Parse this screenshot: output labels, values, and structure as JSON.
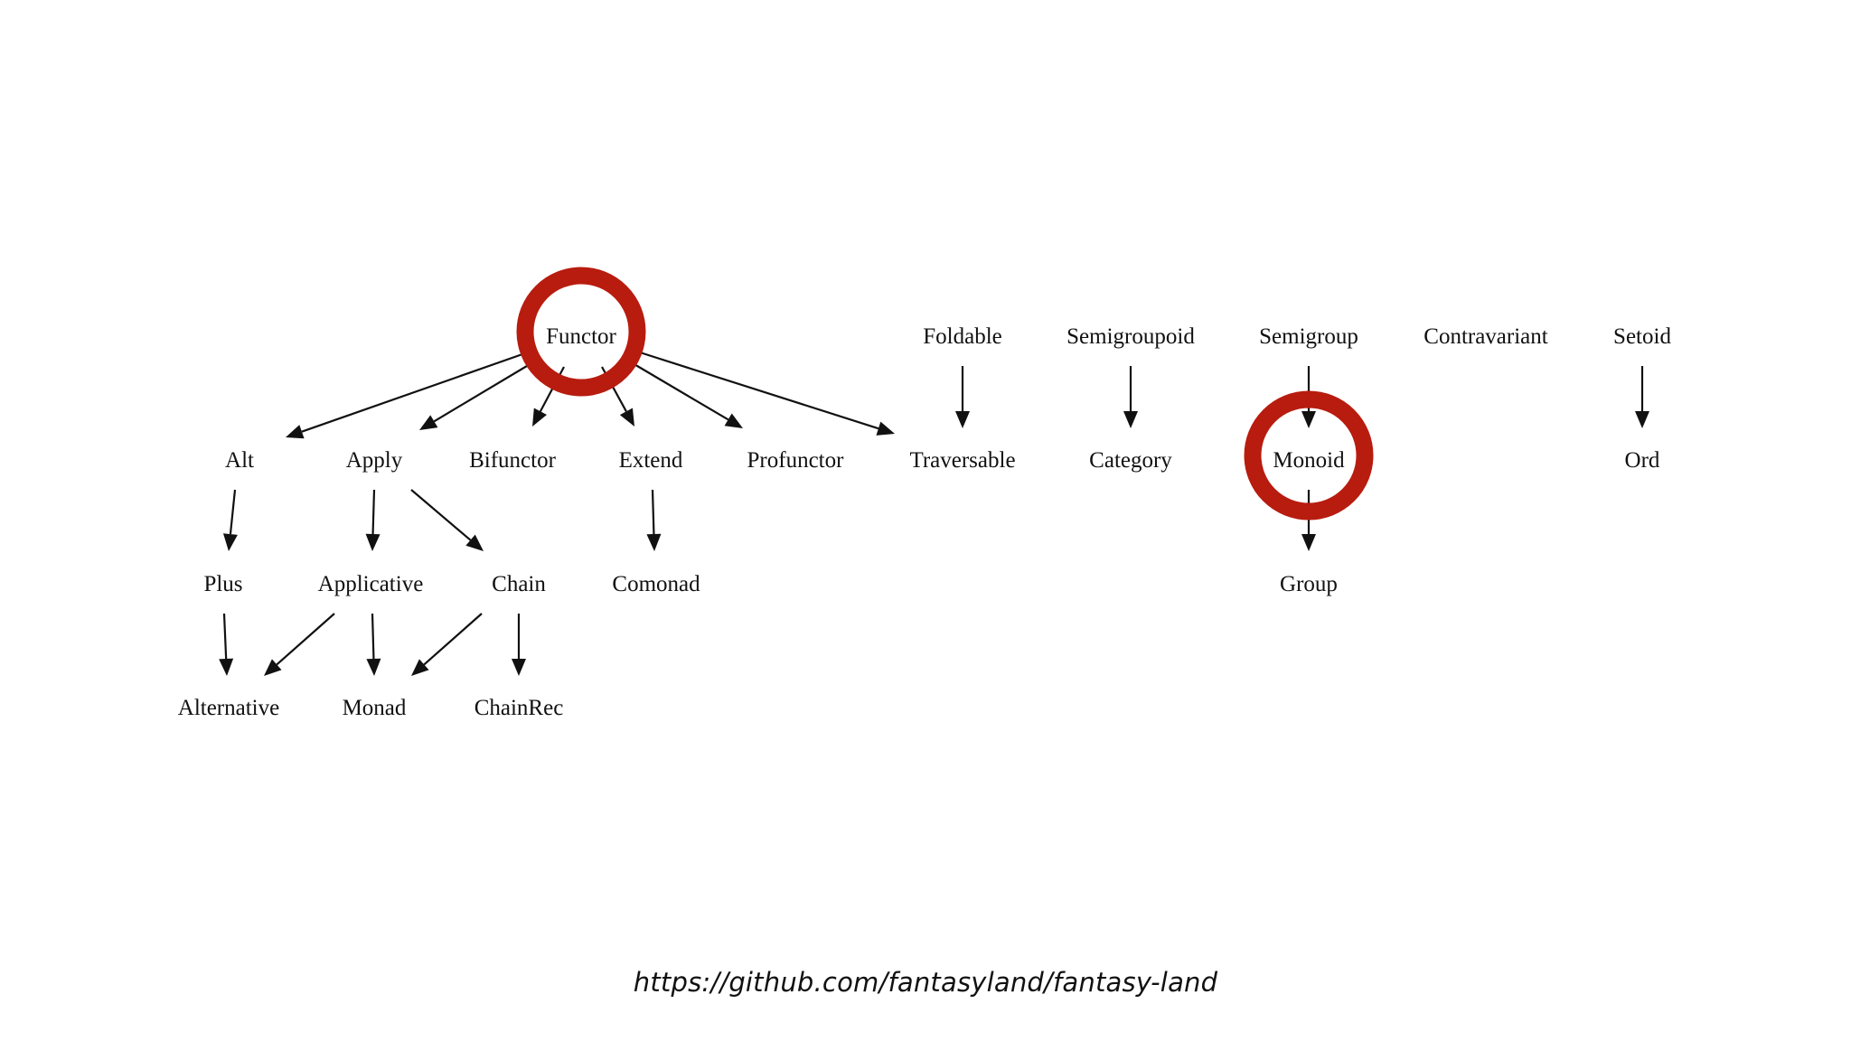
{
  "diagram": {
    "nodes": [
      {
        "id": "functor",
        "label": "Functor",
        "highlighted": true
      },
      {
        "id": "foldable",
        "label": "Foldable"
      },
      {
        "id": "semigroupoid",
        "label": "Semigroupoid"
      },
      {
        "id": "semigroup",
        "label": "Semigroup"
      },
      {
        "id": "contravariant",
        "label": "Contravariant"
      },
      {
        "id": "setoid",
        "label": "Setoid"
      },
      {
        "id": "alt",
        "label": "Alt"
      },
      {
        "id": "apply",
        "label": "Apply"
      },
      {
        "id": "bifunctor",
        "label": "Bifunctor"
      },
      {
        "id": "extend",
        "label": "Extend"
      },
      {
        "id": "profunctor",
        "label": "Profunctor"
      },
      {
        "id": "traversable",
        "label": "Traversable"
      },
      {
        "id": "category",
        "label": "Category"
      },
      {
        "id": "monoid",
        "label": "Monoid",
        "highlighted": true
      },
      {
        "id": "ord",
        "label": "Ord"
      },
      {
        "id": "plus",
        "label": "Plus"
      },
      {
        "id": "applicative",
        "label": "Applicative"
      },
      {
        "id": "chain",
        "label": "Chain"
      },
      {
        "id": "comonad",
        "label": "Comonad"
      },
      {
        "id": "group",
        "label": "Group"
      },
      {
        "id": "alternative",
        "label": "Alternative"
      },
      {
        "id": "monad",
        "label": "Monad"
      },
      {
        "id": "chainrec",
        "label": "ChainRec"
      }
    ],
    "edges": [
      {
        "from": "functor",
        "to": "alt"
      },
      {
        "from": "functor",
        "to": "apply"
      },
      {
        "from": "functor",
        "to": "bifunctor"
      },
      {
        "from": "functor",
        "to": "extend"
      },
      {
        "from": "functor",
        "to": "profunctor"
      },
      {
        "from": "functor",
        "to": "traversable"
      },
      {
        "from": "foldable",
        "to": "traversable"
      },
      {
        "from": "semigroupoid",
        "to": "category"
      },
      {
        "from": "semigroup",
        "to": "monoid"
      },
      {
        "from": "setoid",
        "to": "ord"
      },
      {
        "from": "alt",
        "to": "plus"
      },
      {
        "from": "apply",
        "to": "applicative"
      },
      {
        "from": "apply",
        "to": "chain"
      },
      {
        "from": "extend",
        "to": "comonad"
      },
      {
        "from": "monoid",
        "to": "group"
      },
      {
        "from": "plus",
        "to": "alternative"
      },
      {
        "from": "applicative",
        "to": "alternative"
      },
      {
        "from": "applicative",
        "to": "monad"
      },
      {
        "from": "chain",
        "to": "monad"
      },
      {
        "from": "chain",
        "to": "chainrec"
      }
    ],
    "highlight_color": "#b81c0f"
  },
  "footer": {
    "url": "https://github.com/fantasyland/fantasy-land"
  }
}
